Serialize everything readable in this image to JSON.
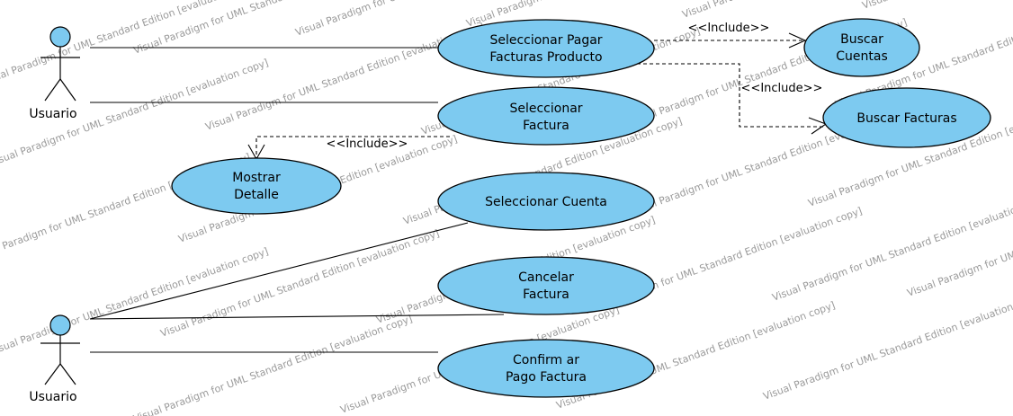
{
  "actors": [
    {
      "id": "usuario-top",
      "label": "Usuario"
    },
    {
      "id": "usuario-bottom",
      "label": "Usuario"
    }
  ],
  "use_cases": [
    {
      "id": "seleccionar-pagar-facturas-producto",
      "lines": [
        "Seleccionar Pagar",
        "Facturas Producto"
      ]
    },
    {
      "id": "buscar-cuentas",
      "lines": [
        "Buscar",
        "Cuentas"
      ]
    },
    {
      "id": "buscar-facturas",
      "lines": [
        "Buscar Facturas"
      ]
    },
    {
      "id": "seleccionar-factura",
      "lines": [
        "Seleccionar",
        "Factura"
      ]
    },
    {
      "id": "mostrar-detalle",
      "lines": [
        "Mostrar",
        "Detalle"
      ]
    },
    {
      "id": "seleccionar-cuenta",
      "lines": [
        "Seleccionar Cuenta"
      ]
    },
    {
      "id": "cancelar-factura",
      "lines": [
        "Cancelar",
        "Factura"
      ]
    },
    {
      "id": "confirmar-pago-factura",
      "lines": [
        "Confirm ar",
        "Pago Factura"
      ]
    }
  ],
  "associations": [
    {
      "actor": "usuario-top",
      "use_case": "seleccionar-pagar-facturas-producto"
    },
    {
      "actor": "usuario-top",
      "use_case": "seleccionar-factura"
    },
    {
      "actor": "usuario-bottom",
      "use_case": "seleccionar-cuenta"
    },
    {
      "actor": "usuario-bottom",
      "use_case": "cancelar-factura"
    },
    {
      "actor": "usuario-bottom",
      "use_case": "confirmar-pago-factura"
    }
  ],
  "dependencies": [
    {
      "from": "seleccionar-pagar-facturas-producto",
      "to": "buscar-cuentas",
      "label": "<<Include>>"
    },
    {
      "from": "seleccionar-pagar-facturas-producto",
      "to": "buscar-facturas",
      "label": "<<Include>>"
    },
    {
      "from": "seleccionar-factura",
      "to": "mostrar-detalle",
      "label": "<<Include>>"
    }
  ],
  "watermark": "Visual Paradigm for UML Standard Edition [evaluation copy]",
  "colors": {
    "use_case_fill": "#7dcaf0",
    "stroke": "#000000",
    "watermark": "#9a9a9a"
  }
}
